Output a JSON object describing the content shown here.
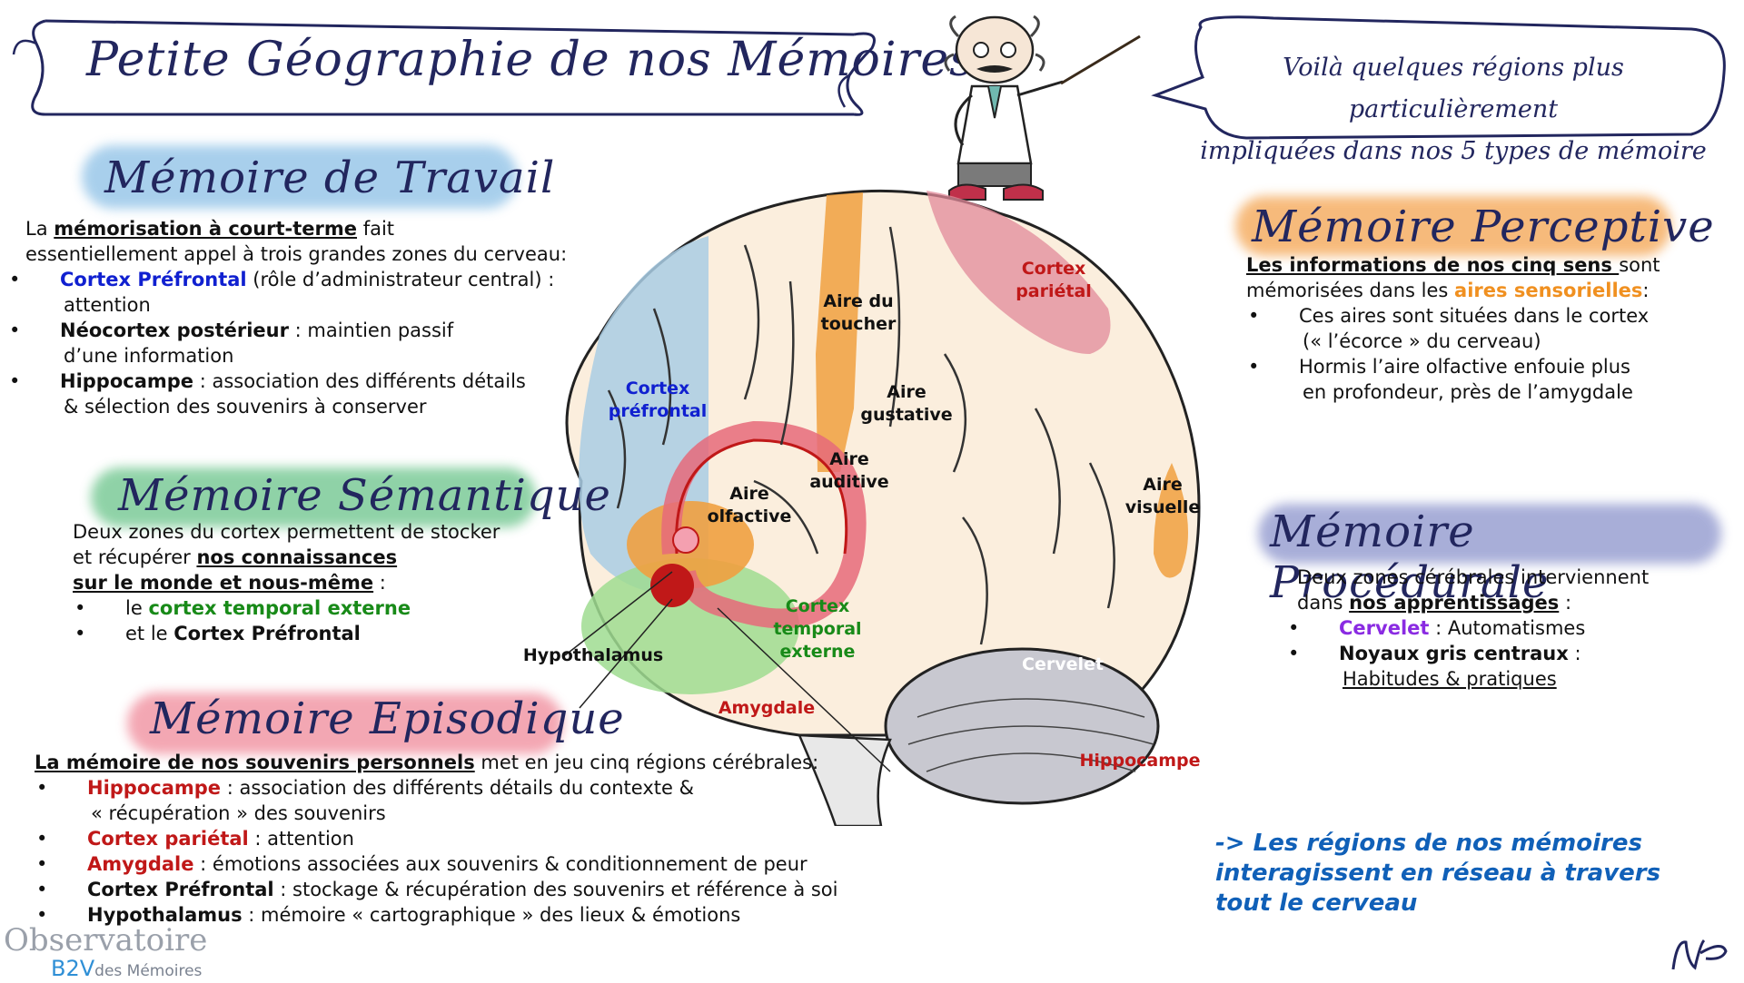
{
  "title": "Petite Géographie de nos Mémoires",
  "bubble": {
    "line1": "Voilà quelques régions plus particulièrement",
    "line2": "impliquées dans nos 5 types de mémoire"
  },
  "travail": {
    "heading": "Mémoire de Travail",
    "intro_a": "La ",
    "intro_b": "mémorisation à court-terme",
    "intro_c": " fait",
    "intro_d": "essentiellement appel à trois grandes zones du cerveau:",
    "items": [
      {
        "term": "Cortex Préfrontal",
        "rest": " (rôle d’administrateur central) :",
        "cont": "attention"
      },
      {
        "term": "Néocortex postérieur",
        "rest": " : maintien passif",
        "cont": "d’une information"
      },
      {
        "term": "Hippocampe",
        "rest": " : association des différents détails",
        "cont": "& sélection des souvenirs à conserver"
      }
    ]
  },
  "semantique": {
    "heading": "Mémoire Sémantique",
    "line1": "Deux zones du cortex permettent de stocker",
    "line2a": "et récupérer ",
    "line2b": "nos connaissances",
    "line3": "sur le monde et nous-même",
    "line3b": " :",
    "item1a": "le ",
    "item1b": "cortex temporal externe",
    "item2a": "et le ",
    "item2b": "Cortex Préfrontal"
  },
  "episodique": {
    "heading": "Mémoire Episodique",
    "intro_a": "La mémoire de nos souvenirs personnels",
    "intro_b": " met en jeu cinq régions cérébrales:",
    "items": [
      {
        "term": "Hippocampe",
        "rest": " : association des différents détails du contexte &",
        "cont": "« récupération » des souvenirs"
      },
      {
        "term": "Cortex pariétal",
        "rest": " : attention",
        "cont": ""
      },
      {
        "term": "Amygdale",
        "rest": " : émotions associées aux souvenirs & conditionnement de peur",
        "cont": ""
      },
      {
        "term": "Cortex Préfrontal",
        "rest": " : stockage & récupération des souvenirs et référence à soi",
        "cont": ""
      },
      {
        "term": "Hypothalamus",
        "rest": " : mémoire « cartographique » des lieux & émotions",
        "cont": ""
      }
    ]
  },
  "perceptive": {
    "heading": "Mémoire Perceptive",
    "line1a": "Les informations de nos cinq sens ",
    "line1b": "sont",
    "line2a": "mémorisées dans les ",
    "line2b": "aires sensorielles",
    "line2c": ":",
    "item1": "Ces aires sont situées dans le cortex",
    "item1b": "(« l’écorce » du cerveau)",
    "item2": "Hormis l’aire olfactive enfouie plus",
    "item2b": "en profondeur, près de l’amygdale"
  },
  "procedurale": {
    "heading": "Mémoire Procédurale",
    "line1": "Deux zones cérébrales interviennent",
    "line2a": "dans ",
    "line2b": "nos apprentissages",
    "line2c": " :",
    "item1a": "Cervelet",
    "item1b": " : Automatismes",
    "item2a": "Noyaux gris centraux",
    "item2b": " :",
    "item2c": "Habitudes & pratiques"
  },
  "brain_labels": {
    "cortex_prefrontal": "Cortex\npréfrontal",
    "aire_toucher": "Aire du\ntoucher",
    "cortex_parietal": "Cortex\npariétal",
    "aire_gustative": "Aire\ngustative",
    "aire_auditive": "Aire\nauditive",
    "aire_olfactive": "Aire\nolfactive",
    "aire_visuelle": "Aire\nvisuelle",
    "cortex_temporal": "Cortex\ntemporal\nexterne",
    "hypothalamus": "Hypothalamus",
    "amygdale": "Amygdale",
    "cervelet": "Cervelet",
    "hippocampe": "Hippocampe"
  },
  "conclusion": "-> Les régions de nos mémoires interagissent en réseau à travers tout le cerveau",
  "logo": {
    "line1": "Observatoire",
    "line2a": "B2V",
    "line2b": "des Mémoires"
  },
  "signature": "NP",
  "colors": {
    "travail": "#6aa8d8",
    "semantique": "#4cb46c",
    "episodique": "#e66a7a",
    "perceptive": "#f0a040",
    "procedurale": "#7078b8",
    "ink": "#22265e"
  }
}
